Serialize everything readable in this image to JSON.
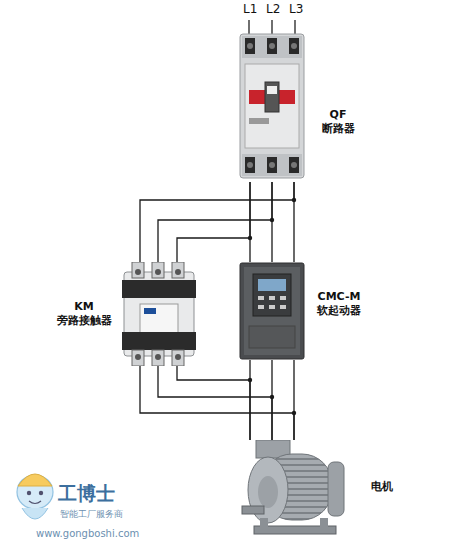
{
  "diagram": {
    "nodes": [
      {
        "text": [
          "QF 断路器"
        ]
      },
      {
        "text": [
          "KM 旁路接触器"
        ]
      },
      {
        "text": [
          "CMC-M 软起动器"
        ]
      },
      {
        "text": [
          "电机"
        ]
      }
    ],
    "edges": [
      {
        "from": 0,
        "to": 2,
        "arrow": "none"
      },
      {
        "from": 0,
        "to": 1,
        "arrow": "none"
      },
      {
        "from": 2,
        "to": 3,
        "arrow": "none"
      },
      {
        "from": 1,
        "to": 3,
        "arrow": "none"
      }
    ],
    "labels": [
      "L1",
      "L2",
      "L3",
      "工博士",
      "智能工厂服务商",
      "www.gongboshi.com"
    ]
  }
}
